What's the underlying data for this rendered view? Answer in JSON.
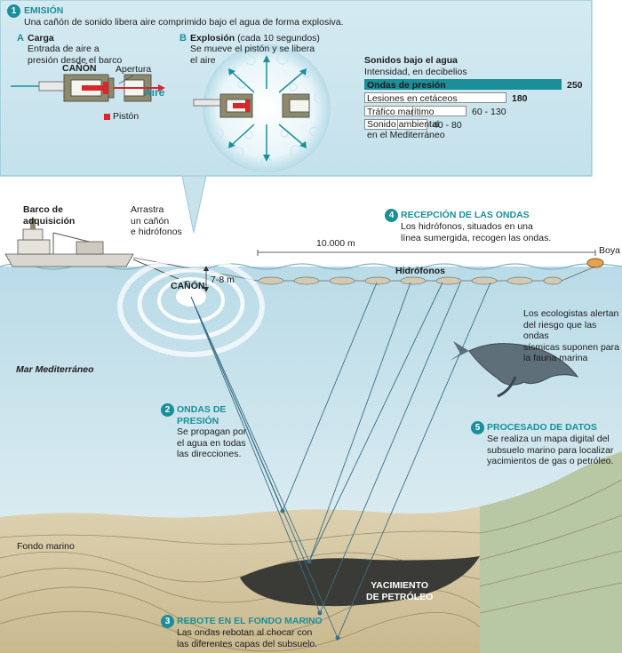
{
  "step1": {
    "number": "1",
    "title": "EMISIÓN",
    "text": "Una cañón de sonido libera aire comprimido bajo el agua de forma explosiva."
  },
  "stepA": {
    "letter": "A",
    "title": "Carga",
    "text": "Entrada de aire a\npresión desde el barco"
  },
  "stepB": {
    "letter": "B",
    "title": "Explosión",
    "title_suffix": " (cada 10 segundos)",
    "text": "Se mueve el pistón y se libera\nel aire"
  },
  "cannon_diagram": {
    "cannon_label": "CAÑÓN",
    "opening_label": "Apertura",
    "air_label": "Aire",
    "piston_label": "Pistón"
  },
  "sound_chart": {
    "title": "Sonidos bajo el agua",
    "subtitle": "Intensidad, en decibelios",
    "rows": [
      {
        "label": "Ondas de presión",
        "value_text": "250",
        "value": 250,
        "highlight": true
      },
      {
        "label": "Lesiones en cetáceos",
        "value_text": "180",
        "value": 180,
        "highlight": false
      },
      {
        "label": "Tráfico marítimo",
        "value_text": "60 - 130",
        "range": [
          60,
          130
        ],
        "highlight": false
      },
      {
        "label": "Sonido ambiental\nen el Mediterráneo",
        "value_text": "40 - 80",
        "range": [
          40,
          80
        ],
        "highlight": false
      }
    ],
    "max": 250,
    "accent_color": "#1a8f9a"
  },
  "ship": {
    "title": "Barco de\nadquisición",
    "tow_text": "Arrastra\nun cañón\ne hidrófonos"
  },
  "step4": {
    "number": "4",
    "title": "RECEPCIÓN DE LAS ONDAS",
    "text": "Los hidrófonos, situados en una\nlínea sumergida, recogen las ondas."
  },
  "distance_label": "10.000 m",
  "buoy_label": "Boya",
  "hydrophones_label": "Hidrófonos",
  "underwater_cannon_label": "CAÑÓN",
  "depth_label": "7-8 m",
  "sea_label": "Mar Mediterráneo",
  "ecologists_text": "Los ecologistas alertan\ndel riesgo que las ondas\nsísmicas suponen para\nla fauna marina",
  "step2": {
    "number": "2",
    "title": "ONDAS DE\nPRESIÓN",
    "text": "Se propagan por\nel agua en todas\nlas direcciones."
  },
  "step5": {
    "number": "5",
    "title": "PROCESADO DE DATOS",
    "text": "Se realiza un mapa digital del\nsubsuelo marino para localizar\nyacimientos de gas o petróleo."
  },
  "seabed_label": "Fondo marino",
  "oil_field_label": "YACIMIENTO\nDE PETRÓLEO",
  "step3": {
    "number": "3",
    "title": "REBOTE EN EL FONDO MARINO",
    "text": "Las ondas rebotan al chocar con\nlas diferentes capas del subsuelo."
  },
  "colors": {
    "accent": "#1a8f9a",
    "panel": "#cfe7ef",
    "sea": "#c9e2ec",
    "piston": "#d9262c"
  }
}
